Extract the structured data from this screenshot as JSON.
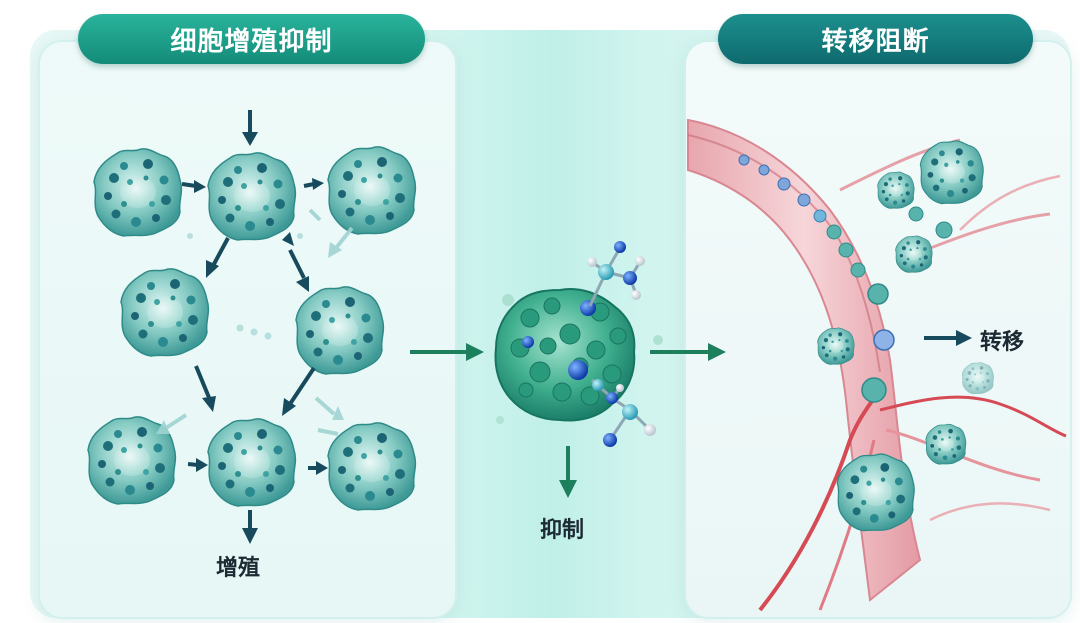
{
  "panels": {
    "left": {
      "title": "细胞增殖抑制",
      "label": "增殖"
    },
    "center": {
      "label": "抑制"
    },
    "right": {
      "title": "转移阻断",
      "label": "转移"
    }
  },
  "colors": {
    "accent_green": "#138c79",
    "accent_teal": "#0e6a6e",
    "arrow_dark": "#164a5c",
    "arrow_green": "#1d7f5c",
    "vessel_red": "#d64a55",
    "cell_teal": "#58b3ad"
  },
  "icons": [
    "tumor-cell-icon",
    "molecule-icon",
    "blood-vessel-icon",
    "arrow-icon"
  ]
}
